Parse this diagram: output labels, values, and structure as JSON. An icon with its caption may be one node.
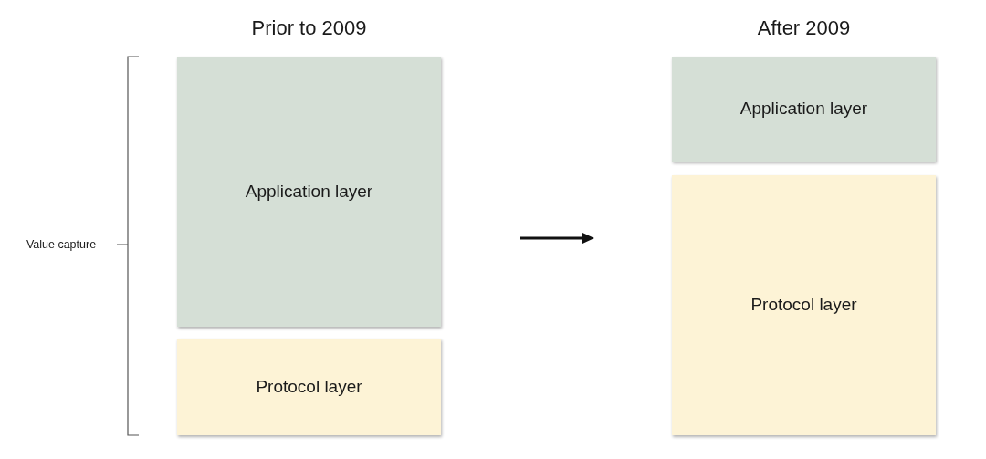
{
  "diagram": {
    "nodes": [
      {
        "text": [
          "Application layer"
        ]
      },
      {
        "text": [
          "Protocol layer"
        ]
      },
      {
        "text": [
          "Application layer"
        ]
      },
      {
        "text": [
          "Protocol layer"
        ]
      }
    ],
    "labels": [
      "Prior to 2009",
      "After 2009",
      "Value capture"
    ]
  }
}
